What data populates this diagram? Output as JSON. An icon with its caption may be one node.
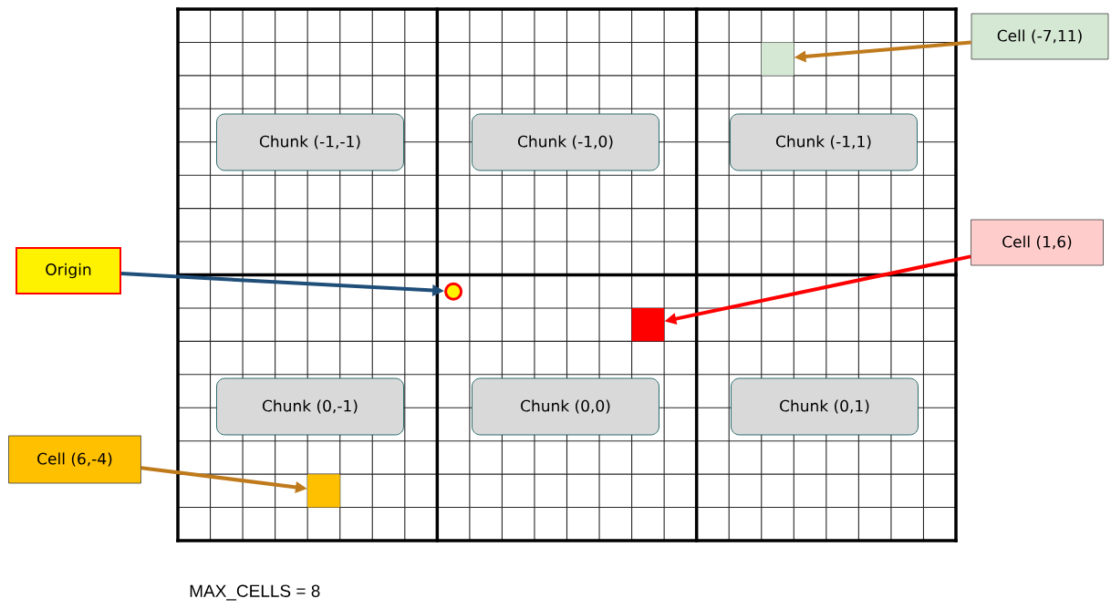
{
  "diagram": {
    "nodes": [
      {
        "text": [
          "Chunk (-1,-1)"
        ]
      },
      {
        "text": [
          "Chunk (-1,0)"
        ]
      },
      {
        "text": [
          "Chunk (-1,1)"
        ]
      },
      {
        "text": [
          "Chunk (0,-1)"
        ]
      },
      {
        "text": [
          "Chunk (0,0)"
        ]
      },
      {
        "text": [
          "Chunk (0,1)"
        ]
      },
      {
        "text": [
          "Origin"
        ]
      },
      {
        "text": [],
        "shape": "circle"
      },
      {
        "text": [
          "Cell (-7,11)"
        ]
      },
      {
        "text": [],
        "shape": "box"
      },
      {
        "text": [
          "Cell (1,6)"
        ]
      },
      {
        "text": [],
        "shape": "box"
      },
      {
        "text": [
          "Cell (6,-4)"
        ]
      },
      {
        "text": [],
        "shape": "box"
      }
    ],
    "edges": [
      {
        "from": 6,
        "to": 7,
        "arrow": "to",
        "color": "#1f4e79"
      },
      {
        "from": 8,
        "to": 9,
        "arrow": "to",
        "color": "#bf7a1c"
      },
      {
        "from": 10,
        "to": 11,
        "arrow": "to",
        "color": "#ff0000"
      },
      {
        "from": 12,
        "to": 13,
        "arrow": "to",
        "color": "#bf7a1c"
      }
    ],
    "labels": [
      "MAX_CELLS = 8"
    ]
  }
}
